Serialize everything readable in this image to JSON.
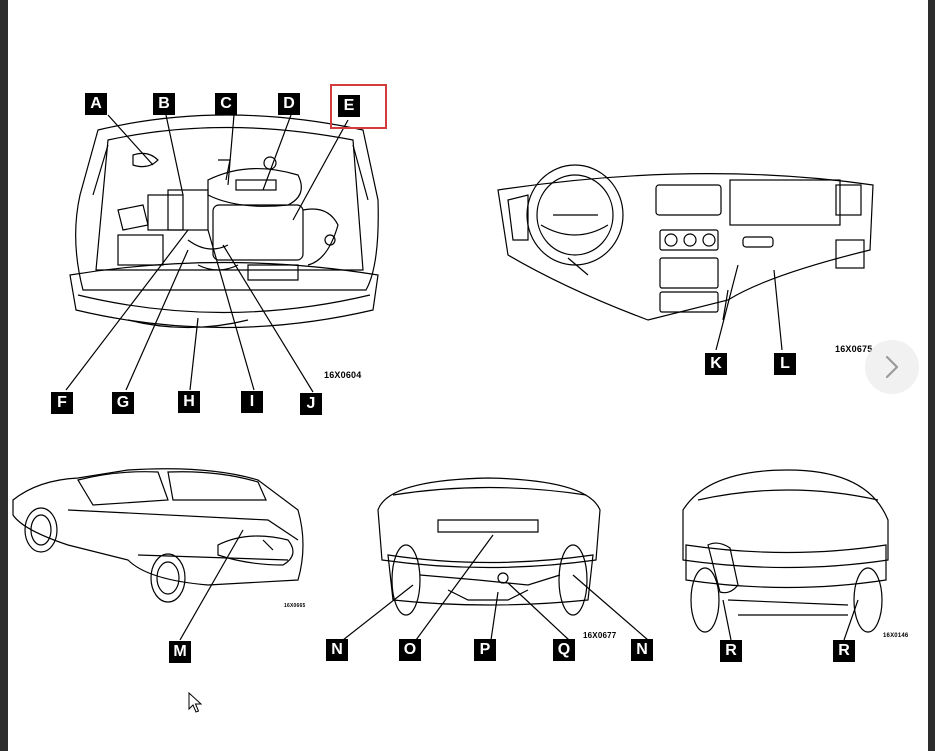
{
  "labels": {
    "A": "A",
    "B": "B",
    "C": "C",
    "D": "D",
    "E": "E",
    "F": "F",
    "G": "G",
    "H": "H",
    "I": "I",
    "J": "J",
    "K": "K",
    "L": "L",
    "M": "M",
    "N1": "N",
    "O": "O",
    "P": "P",
    "Q": "Q",
    "N2": "N",
    "R1": "R",
    "R2": "R"
  },
  "figure_codes": {
    "engine": "16X0604",
    "dashboard": "16X0675",
    "car_side": "16X0665",
    "front_under": "16X0677",
    "rear_under": "16X0146"
  },
  "icons": {
    "next": "chevron-right-icon",
    "cursor": "mouse-pointer-icon"
  },
  "colors": {
    "highlight": "#d33c3c",
    "frame": "#2d2d2d",
    "page": "#ffffff"
  }
}
